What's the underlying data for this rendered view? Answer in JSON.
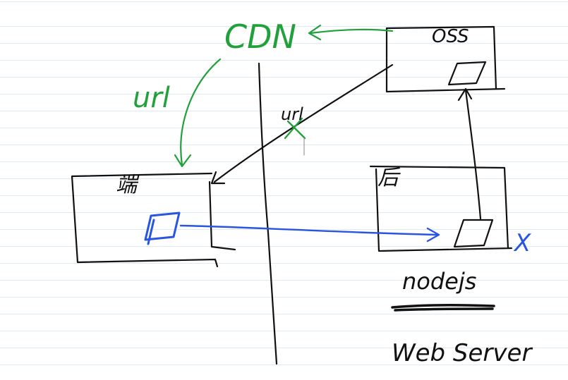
{
  "colors": {
    "black_ink": "#111111",
    "green_ink": "#22a03c",
    "blue_ink": "#2a55e0",
    "ruled_line": "#dde9f3"
  },
  "labels": {
    "cdn": "CDN",
    "oss": "OSS",
    "url_green": "url",
    "url_black": "url",
    "client": "端",
    "server": "后",
    "nodejs": "nodejs",
    "web_server": "Web Server"
  },
  "marks": {
    "url_blocked": "×",
    "upload_rejected": "X"
  }
}
